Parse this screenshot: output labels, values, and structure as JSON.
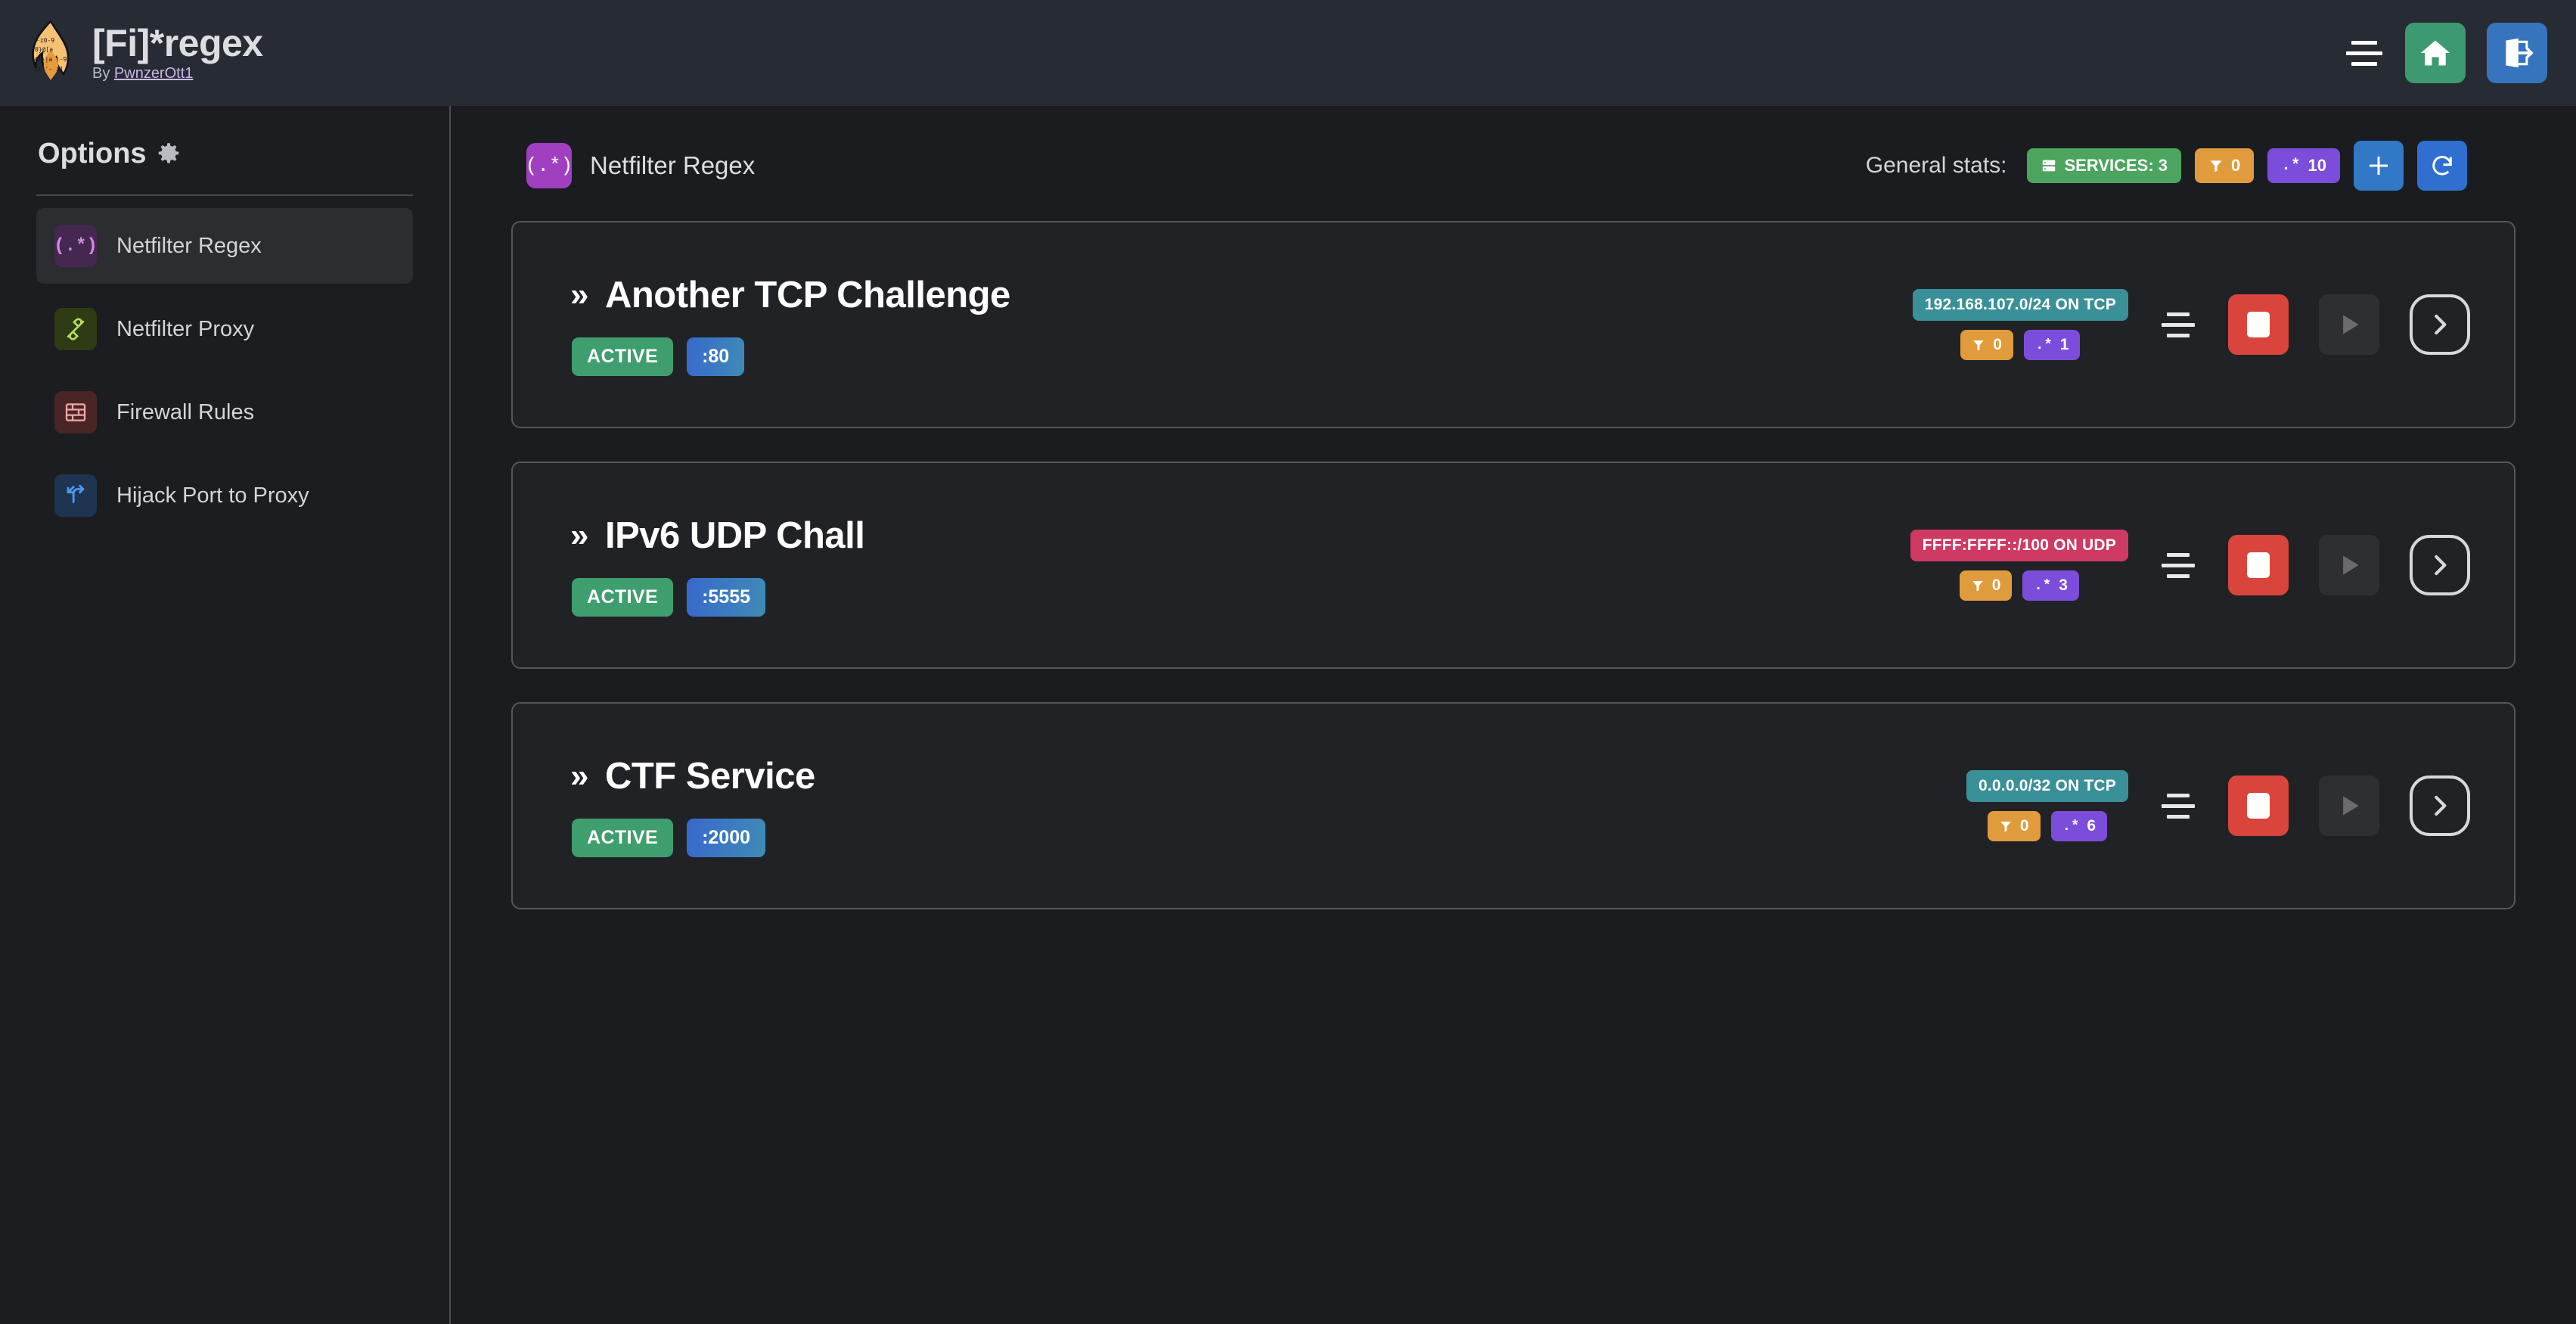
{
  "header": {
    "title": "[Fi]*regex",
    "byline_prefix": "By ",
    "author": "PwnzerOtt1",
    "logo_icon": "flame-regex-logo",
    "menu_icon": "hamburger-menu-icon",
    "home_icon": "home-icon",
    "logout_icon": "logout-icon",
    "bg_color": "#272b33",
    "home_color": "#3d9970",
    "logout_color": "#3675bd"
  },
  "sidebar": {
    "title": "Options",
    "gear_icon": "gear-icon",
    "items": [
      {
        "label": "Netfilter Regex",
        "icon": "regex-icon",
        "glyph": "(.*)",
        "active": true
      },
      {
        "label": "Netfilter Proxy",
        "icon": "plug-connection-icon",
        "glyph": "",
        "active": false
      },
      {
        "label": "Firewall Rules",
        "icon": "brick-wall-icon",
        "glyph": "",
        "active": false
      },
      {
        "label": "Hijack Port to Proxy",
        "icon": "route-fork-icon",
        "glyph": "",
        "active": false
      }
    ]
  },
  "main": {
    "page_icon": "regex-icon",
    "page_icon_glyph": "(.*)",
    "page_title": "Netfilter Regex",
    "stats_label": "General stats:",
    "stats": [
      {
        "name": "services-badge",
        "icon": "server-icon",
        "text": "SERVICES: 3",
        "color": "#4ba55e"
      },
      {
        "name": "filters-badge",
        "icon": "filter-icon",
        "text": "0",
        "color": "#e09b3d"
      },
      {
        "name": "regex-badge",
        "icon": "regex-glyph-icon",
        "text": "10",
        "color": "#7c4ddb"
      }
    ],
    "add_button_icon": "plus-icon",
    "refresh_button_icon": "refresh-icon"
  },
  "services": [
    {
      "name": "Another TCP Challenge",
      "chevron": "»",
      "status": "ACTIVE",
      "port": ":80",
      "network": "192.168.107.0/24 ON TCP",
      "network_color": "#3a9099",
      "filters_count": "0",
      "regex_count": "1",
      "menu_icon": "service-menu-icon",
      "stop_icon": "stop-icon",
      "play_icon": "play-icon",
      "details_icon": "chevron-right-icon"
    },
    {
      "name": "IPv6 UDP Chall",
      "chevron": "»",
      "status": "ACTIVE",
      "port": ":5555",
      "network": "FFFF:FFFF::/100 ON UDP",
      "network_color": "#cf3a63",
      "filters_count": "0",
      "regex_count": "3",
      "menu_icon": "service-menu-icon",
      "stop_icon": "stop-icon",
      "play_icon": "play-icon",
      "details_icon": "chevron-right-icon"
    },
    {
      "name": "CTF Service",
      "chevron": "»",
      "status": "ACTIVE",
      "port": ":2000",
      "network": "0.0.0.0/32 ON TCP",
      "network_color": "#3a9099",
      "filters_count": "0",
      "regex_count": "6",
      "menu_icon": "service-menu-icon",
      "stop_icon": "stop-icon",
      "play_icon": "play-icon",
      "details_icon": "chevron-right-icon"
    }
  ]
}
